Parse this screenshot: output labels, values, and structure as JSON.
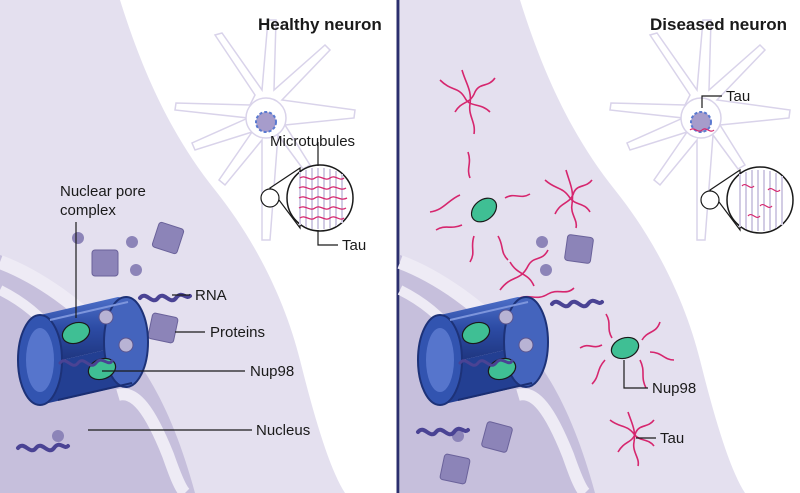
{
  "panels": {
    "healthy": {
      "title": "Healthy neuron",
      "labels": {
        "microtubules": "Microtubules",
        "tau": "Tau",
        "nuclear_pore_line1": "Nuclear pore",
        "nuclear_pore_line2": "complex",
        "rna": "RNA",
        "proteins": "Proteins",
        "nup98": "Nup98",
        "nucleus": "Nucleus"
      }
    },
    "diseased": {
      "title": "Diseased neuron",
      "labels": {
        "tau_top": "Tau",
        "nup98": "Nup98",
        "tau_bottom": "Tau"
      }
    }
  },
  "colors": {
    "cytoplasm": "#e4e0ef",
    "nucleus": "#c6bfdc",
    "membrane_rim": "#ece9f3",
    "pore_blue": "#2f4fa8",
    "pore_light": "#5a7ad0",
    "nup98_green": "#3fbf94",
    "particle": "#8c84b8",
    "tau_pink": "#d6266e",
    "divider": "#2b2f6e"
  }
}
